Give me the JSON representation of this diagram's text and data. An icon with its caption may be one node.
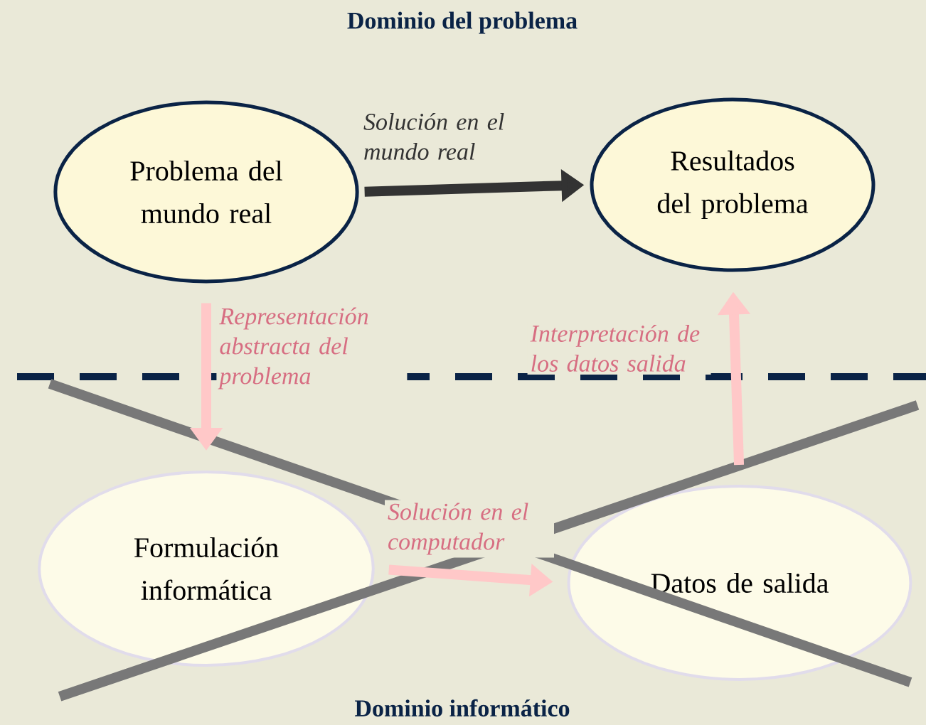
{
  "diagram": {
    "title": "Dominio del problema",
    "caption": "Dominio informático",
    "nodes": [
      {
        "text": [
          "Problema del mundo real"
        ]
      },
      {
        "text": [
          "Resultados del problema"
        ]
      },
      {
        "text": [
          "Formulación informática"
        ]
      },
      {
        "text": [
          "Datos de salida"
        ]
      }
    ],
    "edges": [
      {
        "from": 0,
        "to": 1,
        "arrow": "to",
        "label": "Solución en el mundo real",
        "color": "#333333"
      },
      {
        "from": 0,
        "to": 2,
        "arrow": "to",
        "label": "Representación abstracta del problema"
      },
      {
        "from": 2,
        "to": 3,
        "arrow": "to",
        "label": "Solución en el computador"
      },
      {
        "from": 3,
        "to": 1,
        "arrow": "to",
        "label": "Interpretación de los datos salida"
      }
    ]
  }
}
